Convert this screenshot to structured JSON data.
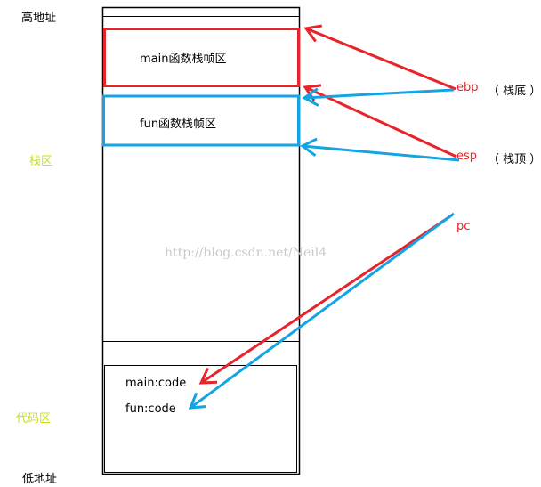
{
  "labels": {
    "high_addr": "高地址",
    "stack_area": "栈区",
    "code_area": "代码区",
    "low_addr": "低地址"
  },
  "frames": {
    "main": "main函数栈帧区",
    "fun": "fun函数栈帧区"
  },
  "code": {
    "main": "main:code",
    "fun": "fun:code"
  },
  "registers": {
    "ebp": "ebp",
    "ebp_note": "（ 栈底 ）",
    "esp": "esp",
    "esp_note": "（ 栈顶 ）",
    "pc": "pc"
  },
  "watermark": "http://blog.csdn.net/Neil4",
  "colors": {
    "red": "#e8232a",
    "blue": "#14a4e4",
    "label_green": "#c8e01a"
  }
}
